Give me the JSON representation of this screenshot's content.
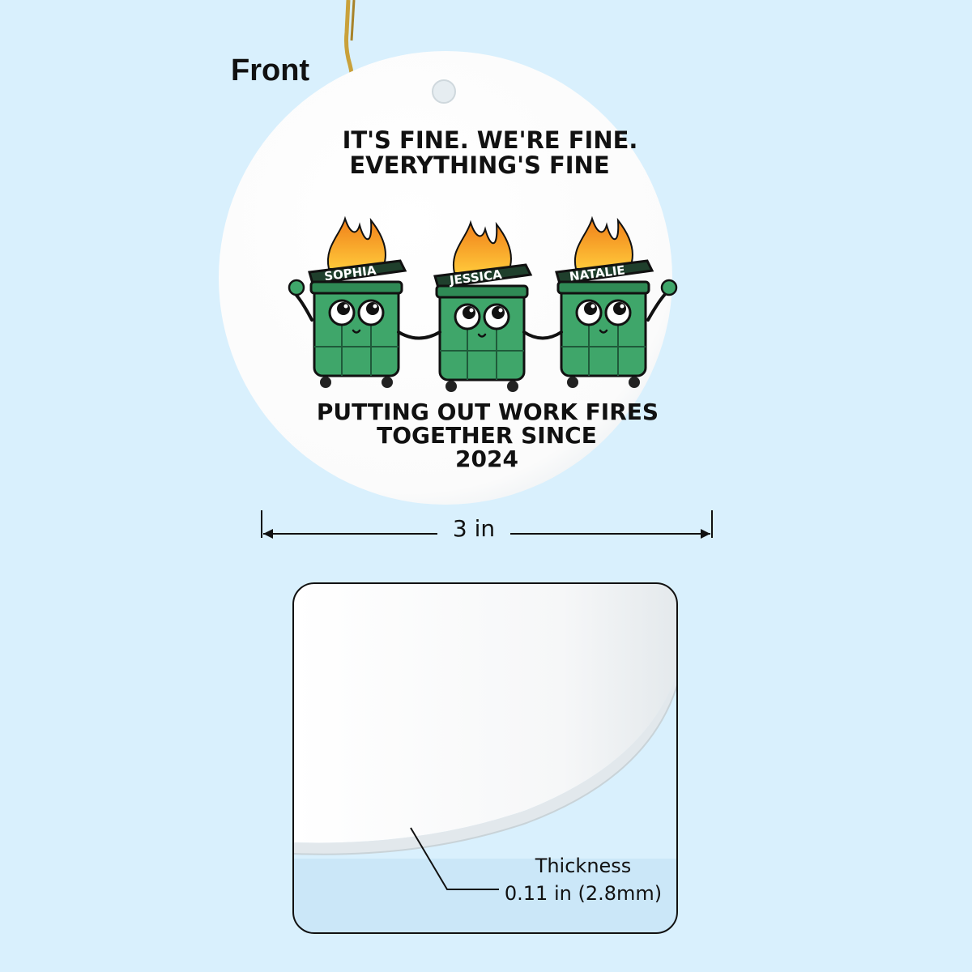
{
  "front_label": "Front",
  "ornament": {
    "headline_line1": "IT'S FINE. WE'RE FINE.",
    "headline_line2": "EVERYTHING'S FINE",
    "names": [
      "SOPHIA",
      "JESSICA",
      "NATALIE"
    ],
    "footer_line1": "PUTTING OUT WORK FIRES",
    "footer_line2": "TOGETHER SINCE",
    "footer_year": "2024"
  },
  "dimension": {
    "width_label": "3 in"
  },
  "thickness": {
    "title": "Thickness",
    "value": "0.11 in (2.8mm)"
  },
  "colors": {
    "background": "#d9f0fd",
    "bin_green": "#3fa66a",
    "bin_dark": "#1f5a3a",
    "flame_orange": "#f29420",
    "flame_yellow": "#ffc83a",
    "string_gold": "#c9a13a"
  }
}
